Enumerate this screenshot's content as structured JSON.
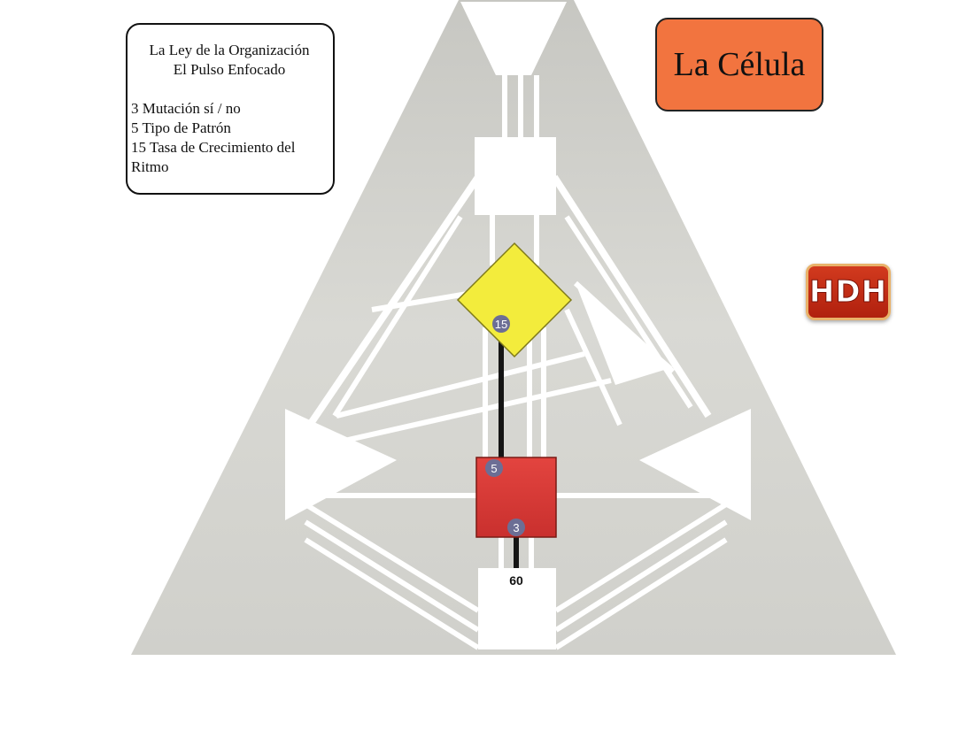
{
  "title": "La Célula",
  "info": {
    "line1": "La Ley de la Organización",
    "line2": "El Pulso Enfocado",
    "gates": [
      "3 Mutación sí / no",
      "5 Tipo de Patrón",
      "15 Tasa de Crecimiento del Ritmo"
    ]
  },
  "logo": {
    "text": "HDH"
  },
  "diagram": {
    "gate_labels": {
      "g15": "15",
      "g5": "5",
      "g3": "3",
      "g60": "60"
    },
    "colors": {
      "background": "#d5d5d0",
      "identity_center": "#f3ec3c",
      "sacral_center": "#e3443f",
      "gate_badge": "#6c6e95",
      "channel": "#151515"
    }
  }
}
